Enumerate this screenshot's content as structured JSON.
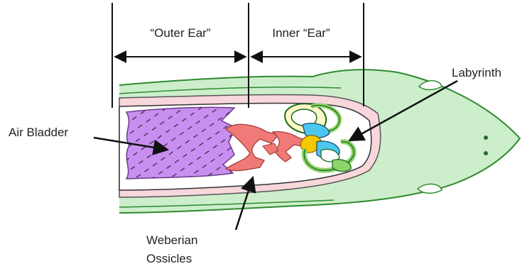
{
  "regions": {
    "outer_ear": "“Outer Ear”",
    "inner_ear": "Inner “Ear”"
  },
  "labels": {
    "air_bladder": "Air Bladder",
    "labyrinth": "Labyrinth",
    "weberian_line1": "Weberian",
    "weberian_line2": "Ossicles"
  },
  "colors": {
    "fish_body": "#cdeecb",
    "outline": "#2e8b2e",
    "air_bladder": "#c98ff0",
    "ossicles": "#f07a78",
    "cavity_lining": "#f7d6dc",
    "labyrinth_yellow": "#f5c800",
    "labyrinth_cyan": "#4cc8f0",
    "labyrinth_green": "#8fd46a"
  }
}
